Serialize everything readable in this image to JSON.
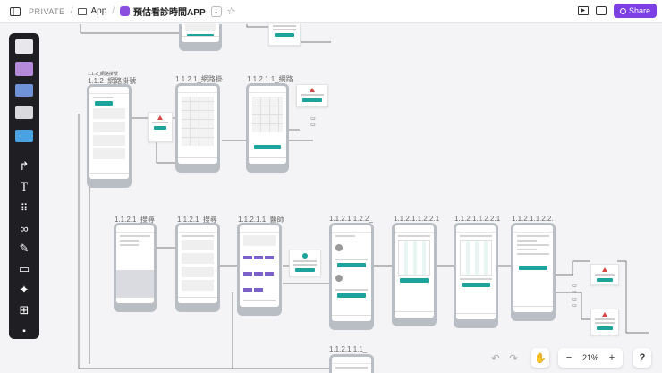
{
  "topbar": {
    "workspace": "PRIVATE",
    "folder": "App",
    "board_title": "預估看診時間APP",
    "share_label": "Share"
  },
  "frames": {
    "f1": "1.1.2_網路掛號",
    "f1_small": "1.1.2_網路掛號",
    "f2": "1.1.2.1_網路掛",
    "f3": "1.1.2.1.1_網路",
    "f4": "1.1.2.1_搜尋",
    "f5": "1.1.2.1_搜尋",
    "f6": "1.1.2.1.1_醫師",
    "f7": "1.1.2.1.1.2.2_",
    "f8": "1.1.2.1.1.2.2.1",
    "f9": "1.1.2.1.1.2.2.1",
    "f10": "1.1.2.1.1.2.2.",
    "f11": "1.1.2.1.1.1_"
  },
  "zoom": {
    "level": "21%",
    "minus": "−",
    "plus": "+",
    "help": "?"
  },
  "colors": {
    "accent": "#7b3fe4",
    "teal": "#1ba39c",
    "warn": "#d94848"
  }
}
